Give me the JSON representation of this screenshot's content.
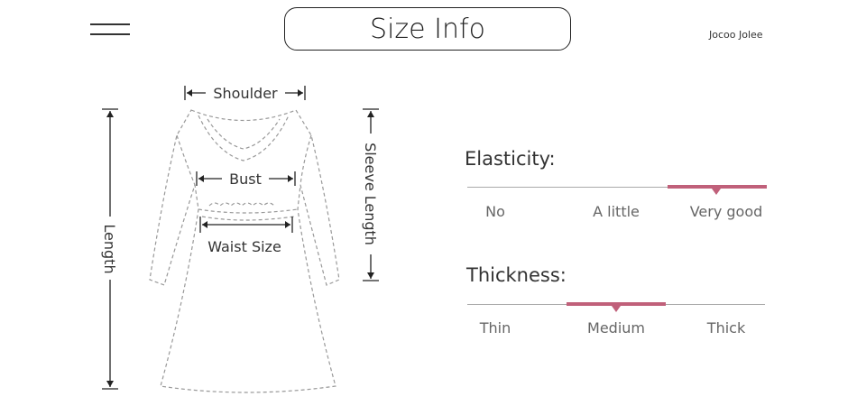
{
  "header": {
    "title": "Size Info",
    "brand": "Jocoo Jolee",
    "menu_icon": "hamburger-menu-icon"
  },
  "garment": {
    "shoulder": "Shoulder",
    "bust": "Bust",
    "waist": "Waist Size",
    "length": "Length",
    "sleeve_length": "Sleeve Length"
  },
  "elasticity": {
    "title": "Elasticity:",
    "options": [
      "No",
      "A little",
      "Very good"
    ],
    "selected_index": 2,
    "highlight_color": "#c0607a"
  },
  "thickness": {
    "title": "Thickness:",
    "options": [
      "Thin",
      "Medium",
      "Thick"
    ],
    "selected_index": 1,
    "highlight_color": "#c0607a"
  }
}
